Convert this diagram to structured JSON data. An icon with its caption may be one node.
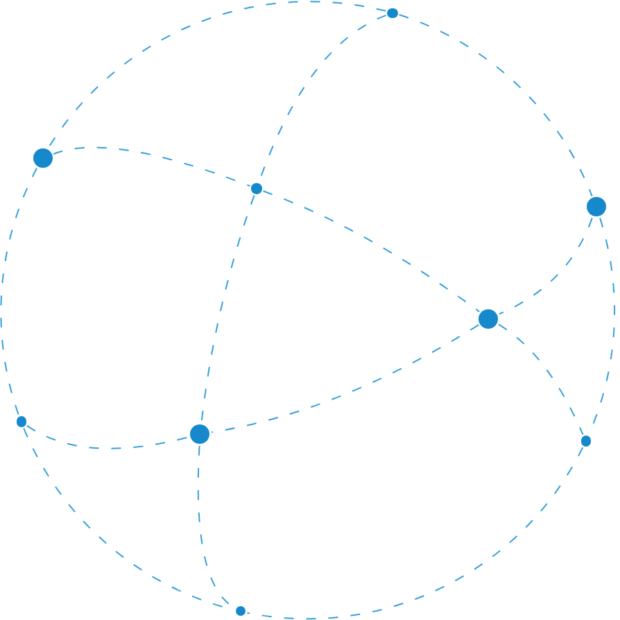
{
  "diagram": {
    "nodes": [
      {
        "text": [],
        "shape": "circle"
      },
      {
        "text": [],
        "shape": "circle"
      },
      {
        "text": [],
        "shape": "circle"
      },
      {
        "text": [],
        "shape": "circle"
      },
      {
        "text": [],
        "shape": "circle"
      },
      {
        "text": [],
        "shape": "circle"
      },
      {
        "text": [],
        "shape": "circle"
      },
      {
        "text": [],
        "shape": "circle"
      },
      {
        "text": [],
        "shape": "circle"
      }
    ],
    "edges": [
      {
        "from": 0,
        "to": 1,
        "arrow": "none",
        "style": "dashed"
      },
      {
        "from": 0,
        "to": 3,
        "arrow": "none",
        "style": "dashed"
      },
      {
        "from": 0,
        "to": 2,
        "arrow": "none",
        "style": "dashed"
      },
      {
        "from": 1,
        "to": 2,
        "arrow": "none",
        "style": "dashed"
      },
      {
        "from": 1,
        "to": 5,
        "arrow": "none",
        "style": "dashed"
      },
      {
        "from": 2,
        "to": 4,
        "arrow": "none",
        "style": "dashed"
      },
      {
        "from": 2,
        "to": 6,
        "arrow": "none",
        "style": "dashed"
      },
      {
        "from": 3,
        "to": 4,
        "arrow": "none",
        "style": "dashed"
      },
      {
        "from": 3,
        "to": 7,
        "arrow": "none",
        "style": "dashed"
      },
      {
        "from": 4,
        "to": 6,
        "arrow": "none",
        "style": "dashed"
      },
      {
        "from": 4,
        "to": 7,
        "arrow": "none",
        "style": "dashed"
      },
      {
        "from": 5,
        "to": 6,
        "arrow": "none",
        "style": "dashed"
      },
      {
        "from": 5,
        "to": 8,
        "arrow": "none",
        "style": "dashed"
      },
      {
        "from": 6,
        "to": 8,
        "arrow": "none",
        "style": "dashed"
      },
      {
        "from": 7,
        "to": 8,
        "arrow": "none",
        "style": "dashed"
      }
    ]
  }
}
